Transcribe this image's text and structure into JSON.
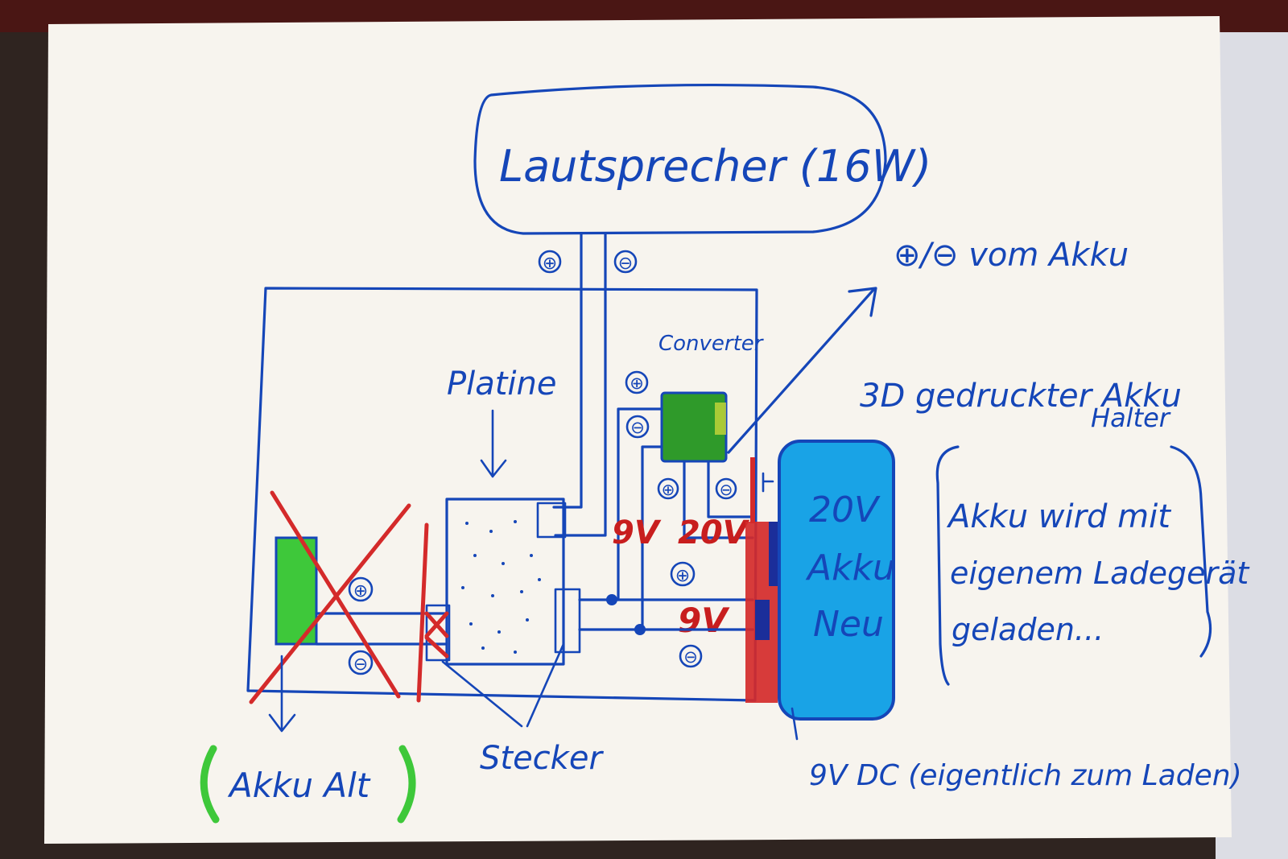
{
  "labels": {
    "speaker": "Lautsprecher (16W)",
    "plus_sign": "⊕",
    "minus_sign": "⊖",
    "pm_from_battery": "⊕/⊖ vom Akku",
    "converter": "Converter",
    "circuit_board": "Platine",
    "printed_holder_line1": "3D gedruckter Akku",
    "printed_holder_line2": "Halter",
    "note_line1": "Akku wird mit",
    "note_line2": "eigenem Ladegerät",
    "note_line3": "geladen...",
    "v9a": "9V",
    "v20": "20V",
    "v9b": "9V",
    "battery_new_line1": "20V",
    "battery_new_line2": "Akku",
    "battery_new_line3": "Neu",
    "plug": "Stecker",
    "battery_old": "Akku Alt",
    "dc_label": "9V DC (eigentlich zum Laden)"
  },
  "colors": {
    "pen_blue": "#1546b8",
    "marker_red": "#d42a2a",
    "marker_green": "#3ec83a",
    "marker_cyan": "#19a3e6",
    "converter_green": "#2f9a2a",
    "paper": "#f7f4ee"
  }
}
